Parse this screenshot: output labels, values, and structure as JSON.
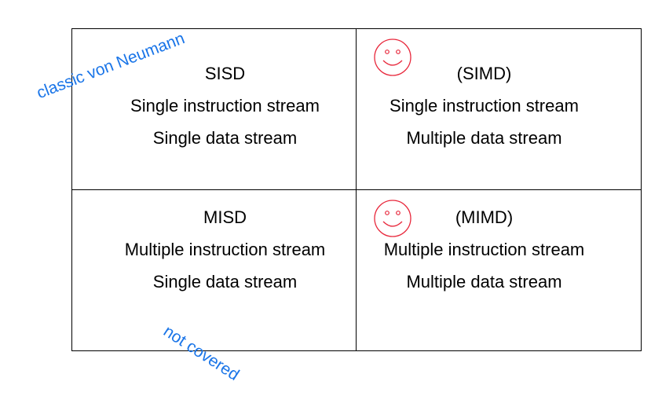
{
  "matrix": {
    "sisd": {
      "title": "SISD",
      "instruction": "Single instruction stream",
      "data": "Single data stream"
    },
    "simd": {
      "title": "(SIMD)",
      "instruction": "Single instruction stream",
      "data": "Multiple data stream"
    },
    "misd": {
      "title": "MISD",
      "instruction": "Multiple instruction stream",
      "data": "Single data stream"
    },
    "mimd": {
      "title": "(MIMD)",
      "instruction": "Multiple instruction stream",
      "data": "Multiple data stream"
    }
  },
  "annotations": {
    "top_left": "classic von Neumann",
    "bottom_left": "not covered",
    "color": "#1a75e8"
  },
  "icons": {
    "simd_mark": "smiley-face-icon",
    "mimd_mark": "smiley-face-icon",
    "smiley_color": "#e8283c"
  }
}
